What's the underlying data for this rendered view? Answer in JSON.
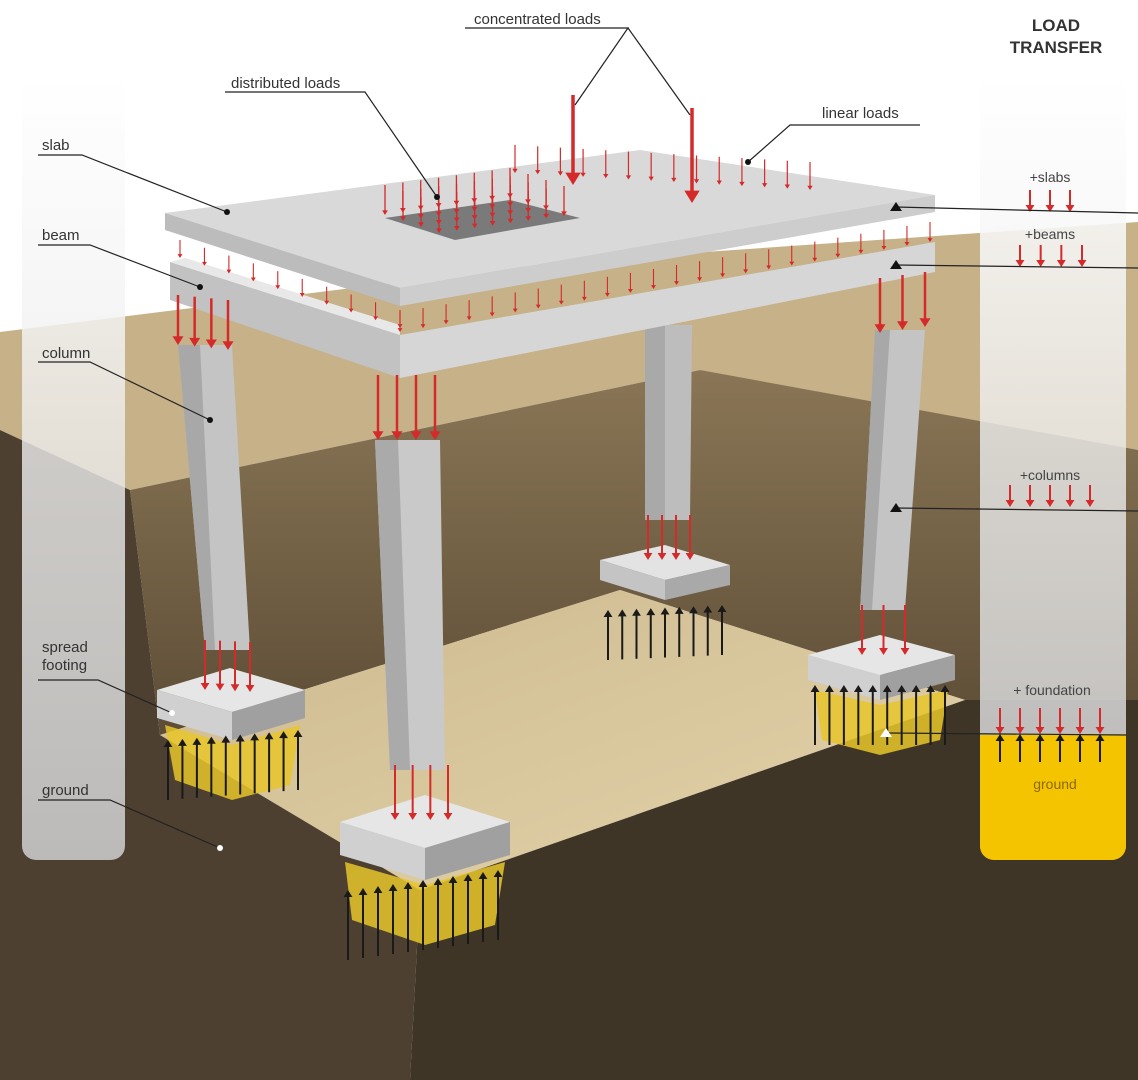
{
  "title": [
    "LOAD",
    "TRANSFER"
  ],
  "labels": {
    "concentrated": "concentrated loads",
    "distributed": "distributed loads",
    "linear": "linear loads",
    "slab": "slab",
    "beam": "beam",
    "column": "column",
    "footing": [
      "spread",
      "footing"
    ],
    "ground": "ground"
  },
  "transfer": {
    "slabs": "+slabs",
    "beams": "+beams",
    "columns": "+columns",
    "foundation": "+ foundation",
    "ground": "ground"
  },
  "colors": {
    "load": "#d42a2a",
    "reaction": "#1a1a1a",
    "ground_panel": "#f5c400",
    "concrete": "#cfcfcf"
  }
}
